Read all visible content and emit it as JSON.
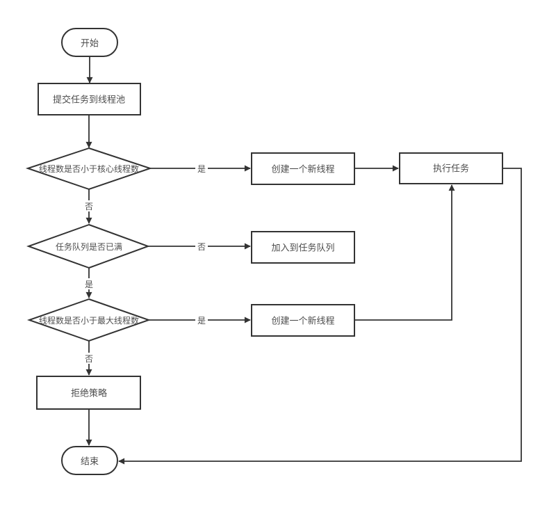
{
  "diagram": {
    "type": "flowchart",
    "topic": "thread-pool-task-submission",
    "background_color": "#ffffff",
    "stroke_color": "#333333",
    "text_color": "#4d4d4d",
    "nodes": {
      "start": {
        "label": "开始",
        "shape": "terminator"
      },
      "submit_task": {
        "label": "提交任务到线程池",
        "shape": "process"
      },
      "core_check": {
        "label": "线程数是否小于核心线程数",
        "shape": "decision"
      },
      "create_thread_core": {
        "label": "创建一个新线程",
        "shape": "process"
      },
      "execute_task": {
        "label": "执行任务",
        "shape": "process"
      },
      "queue_check": {
        "label": "任务队列是否已满",
        "shape": "decision"
      },
      "enqueue_task": {
        "label": "加入到任务队列",
        "shape": "process"
      },
      "max_check": {
        "label": "线程数是否小于最大线程数",
        "shape": "decision"
      },
      "create_thread_max": {
        "label": "创建一个新线程",
        "shape": "process"
      },
      "reject_policy": {
        "label": "拒绝策略",
        "shape": "process"
      },
      "end": {
        "label": "结束",
        "shape": "terminator"
      }
    },
    "edge_labels": {
      "core_yes": "是",
      "core_no": "否",
      "queue_no": "否",
      "queue_yes": "是",
      "max_yes": "是",
      "max_no": "否"
    }
  }
}
